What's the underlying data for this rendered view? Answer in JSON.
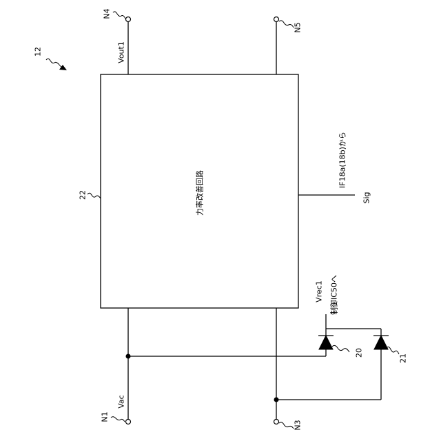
{
  "figure": {
    "ref": "12"
  },
  "block": {
    "ref": "22",
    "name": "力率改善回路"
  },
  "terminals": {
    "n1": {
      "label": "N1",
      "signal": "Vac"
    },
    "n3": {
      "label": "N3"
    },
    "n4": {
      "label": "N4",
      "signal": "Vout1"
    },
    "n5": {
      "label": "N5"
    }
  },
  "signal_input": {
    "source": "IF18a(18b)から",
    "name": "Sig"
  },
  "diodes": {
    "d20": {
      "ref": "20"
    },
    "d21": {
      "ref": "21"
    }
  },
  "rectified_output": {
    "name": "Vrec1",
    "destination": "制御IC50へ"
  }
}
